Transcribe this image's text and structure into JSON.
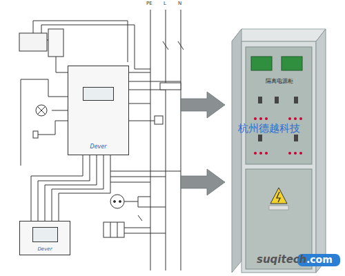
{
  "diagram": {
    "nodes": [
      {
        "text": [
          "Dever"
        ]
      },
      {
        "text": [
          "Dever"
        ]
      },
      {
        "text": [
          "隔离电源柜"
        ]
      }
    ],
    "labels": [
      "PE",
      "L",
      "N",
      "杭州德越科技",
      "suqitech",
      ".com"
    ]
  }
}
